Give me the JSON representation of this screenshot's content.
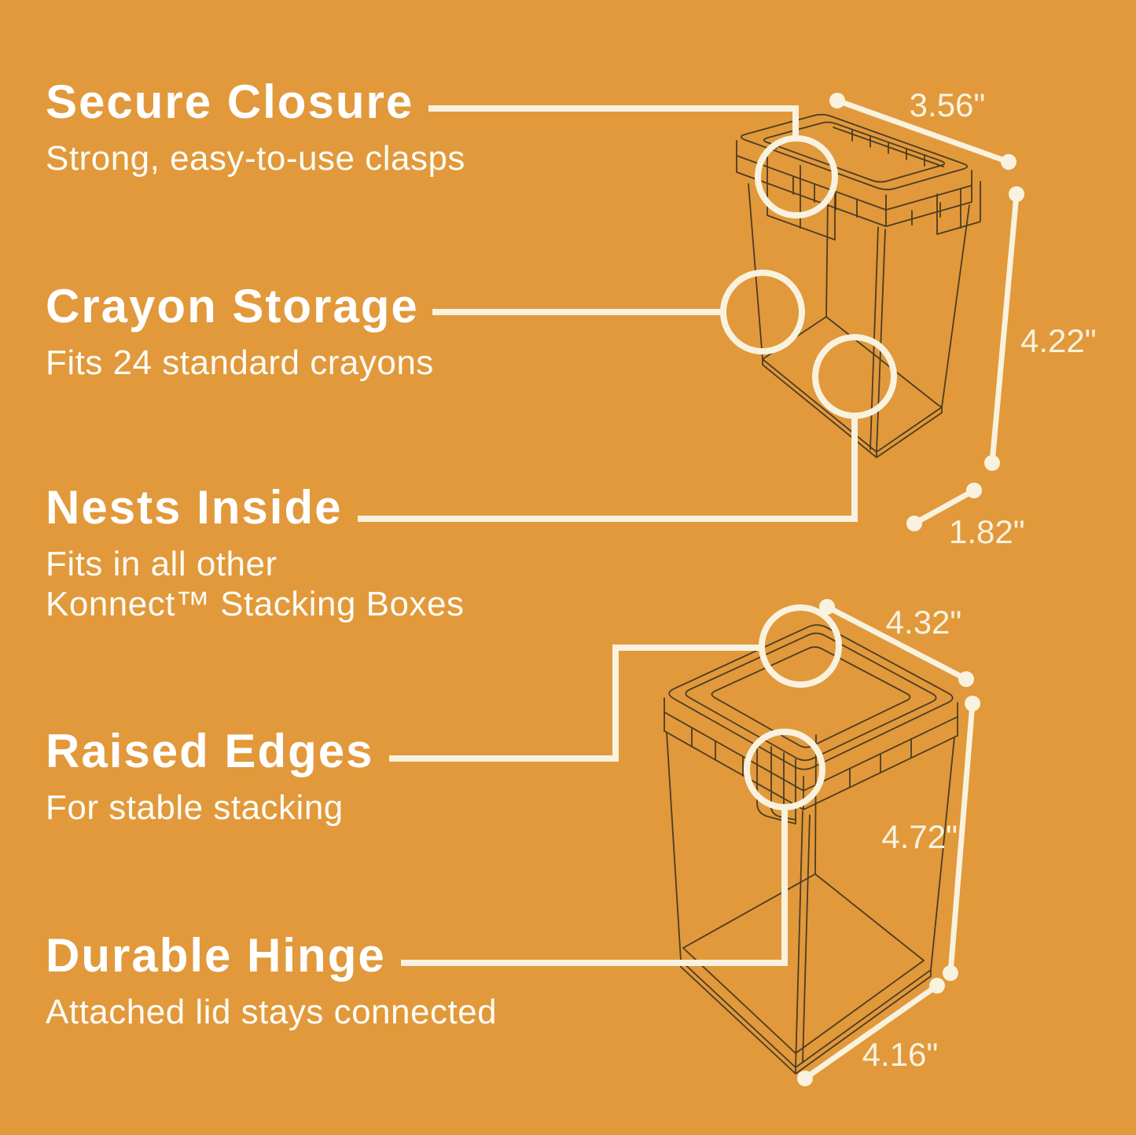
{
  "canvas": {
    "background_color": "#E1993B",
    "callout_line_color": "#F8F2DF",
    "wireframe_line_color": "#4D3C22",
    "heading_color": "#FFFFFF"
  },
  "features": [
    {
      "title": "Secure Closure",
      "subtitle": "Strong, easy-to-use clasps"
    },
    {
      "title": "Crayon Storage",
      "subtitle": "Fits 24 standard crayons"
    },
    {
      "title": "Nests Inside",
      "subtitle": "Fits in all other",
      "subtitle2": "Konnect™ Stacking Boxes"
    },
    {
      "title": "Raised Edges",
      "subtitle": "For stable stacking"
    },
    {
      "title": "Durable Hinge",
      "subtitle": "Attached lid stays connected"
    }
  ],
  "top_box": {
    "description": "tall crayon storage box wireframe",
    "width_label": "3.56\"",
    "height_label": "4.22\"",
    "depth_label": "1.82\""
  },
  "bottom_box": {
    "description": "stacking box with attached lid wireframe",
    "width_label": "4.32\"",
    "height_label": "4.72\"",
    "depth_label": "4.16\""
  }
}
